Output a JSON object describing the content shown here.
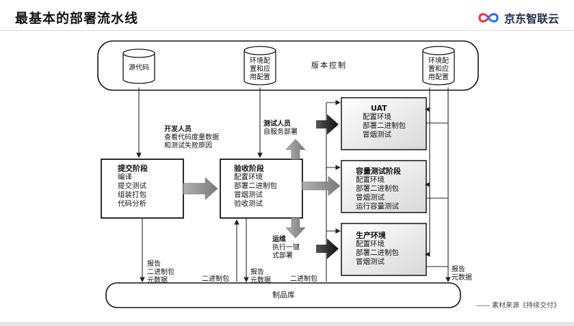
{
  "title": "最基本的部署流水线",
  "logo": {
    "text": "京东智联云",
    "icon": "infinity-logo-icon",
    "colors": [
      "#e8344e",
      "#2b6ef5"
    ]
  },
  "version_control": {
    "label": "版本控制",
    "db_source": "源代码",
    "db_env_left": [
      "环境配",
      "置和应",
      "用配置"
    ],
    "db_env_right": [
      "环境配",
      "置和应",
      "用配置"
    ]
  },
  "dev": {
    "title": "开发人员",
    "lines": [
      "查看代码度量数据",
      "和测试失败原因"
    ]
  },
  "commit_stage": {
    "title": "提交阶段",
    "lines": [
      "编译",
      "提交测试",
      "组装打包",
      "代码分析"
    ]
  },
  "acceptance_stage": {
    "title": "验收阶段",
    "lines": [
      "配置环境",
      "部署二进制包",
      "冒烟测试",
      "验收测试"
    ]
  },
  "tester": {
    "title": "测试人员",
    "lines": [
      "自服务部署"
    ]
  },
  "ops": {
    "title": "运维",
    "lines": [
      "执行一键",
      "式部署"
    ]
  },
  "uat": {
    "title": "UAT",
    "lines": [
      "配置环境",
      "部署二进制包",
      "冒烟测试"
    ]
  },
  "capacity": {
    "title": "容量测试阶段",
    "lines": [
      "配置环境",
      "部署二进制包",
      "冒烟测试",
      "运行容量测试"
    ]
  },
  "production": {
    "title": "生产环境",
    "lines": [
      "配置环境",
      "部署二进制包",
      "冒烟测试"
    ]
  },
  "labels": {
    "commit_report": [
      "报告",
      "二进制包",
      "元数据"
    ],
    "binary_1": "二进制包",
    "accept_report": [
      "报告",
      "元数据"
    ],
    "binary_2": "二进制包",
    "right_report": [
      "报告",
      "元数据"
    ]
  },
  "artifact_repo": "制品库",
  "source_note": "—— 素材来源《持续交付》"
}
